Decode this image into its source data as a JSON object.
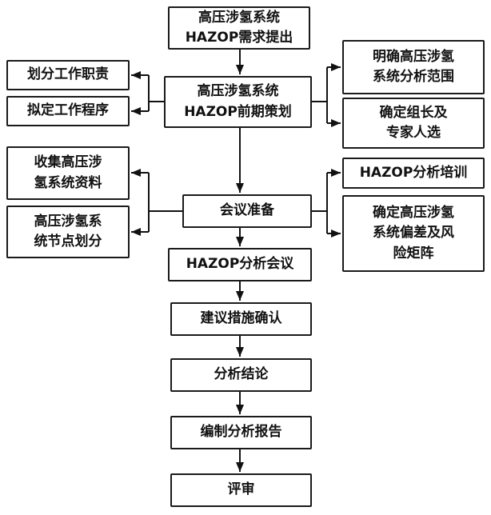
{
  "style": {
    "background": "#ffffff",
    "box_border_color": "#1a1a1a",
    "text_color": "#111111",
    "arrow_color": "#111111"
  },
  "flow": {
    "center": [
      {
        "id": "hazop-requirement",
        "label": "高压涉氢系统\nHAZOP需求提出"
      },
      {
        "id": "hazop-pre-planning",
        "label": "高压涉氢系统\nHAZOP前期策划"
      },
      {
        "id": "meeting-preparation",
        "label": "会议准备"
      },
      {
        "id": "hazop-analysis-meeting",
        "label": "HAZOP分析会议"
      },
      {
        "id": "measures-confirmation",
        "label": "建议措施确认"
      },
      {
        "id": "analysis-conclusion",
        "label": "分析结论"
      },
      {
        "id": "compile-report",
        "label": "编制分析报告"
      },
      {
        "id": "review",
        "label": "评审"
      }
    ],
    "left": [
      {
        "id": "divide-duties",
        "label": "划分工作职责"
      },
      {
        "id": "draft-procedure",
        "label": "拟定工作程序"
      },
      {
        "id": "collect-system-data",
        "label": "收集高压涉\n氢系统资料"
      },
      {
        "id": "node-division",
        "label": "高压涉氢系\n统节点划分"
      }
    ],
    "right": [
      {
        "id": "analysis-scope",
        "label": "明确高压涉氢\n系统分析范围"
      },
      {
        "id": "leader-and-experts",
        "label": "确定组长及\n专家人选"
      },
      {
        "id": "hazop-training",
        "label": "HAZOP分析培训"
      },
      {
        "id": "deviation-risk-matrix",
        "label": "确定高压涉氢\n系统偏差及风\n险矩阵"
      }
    ]
  }
}
